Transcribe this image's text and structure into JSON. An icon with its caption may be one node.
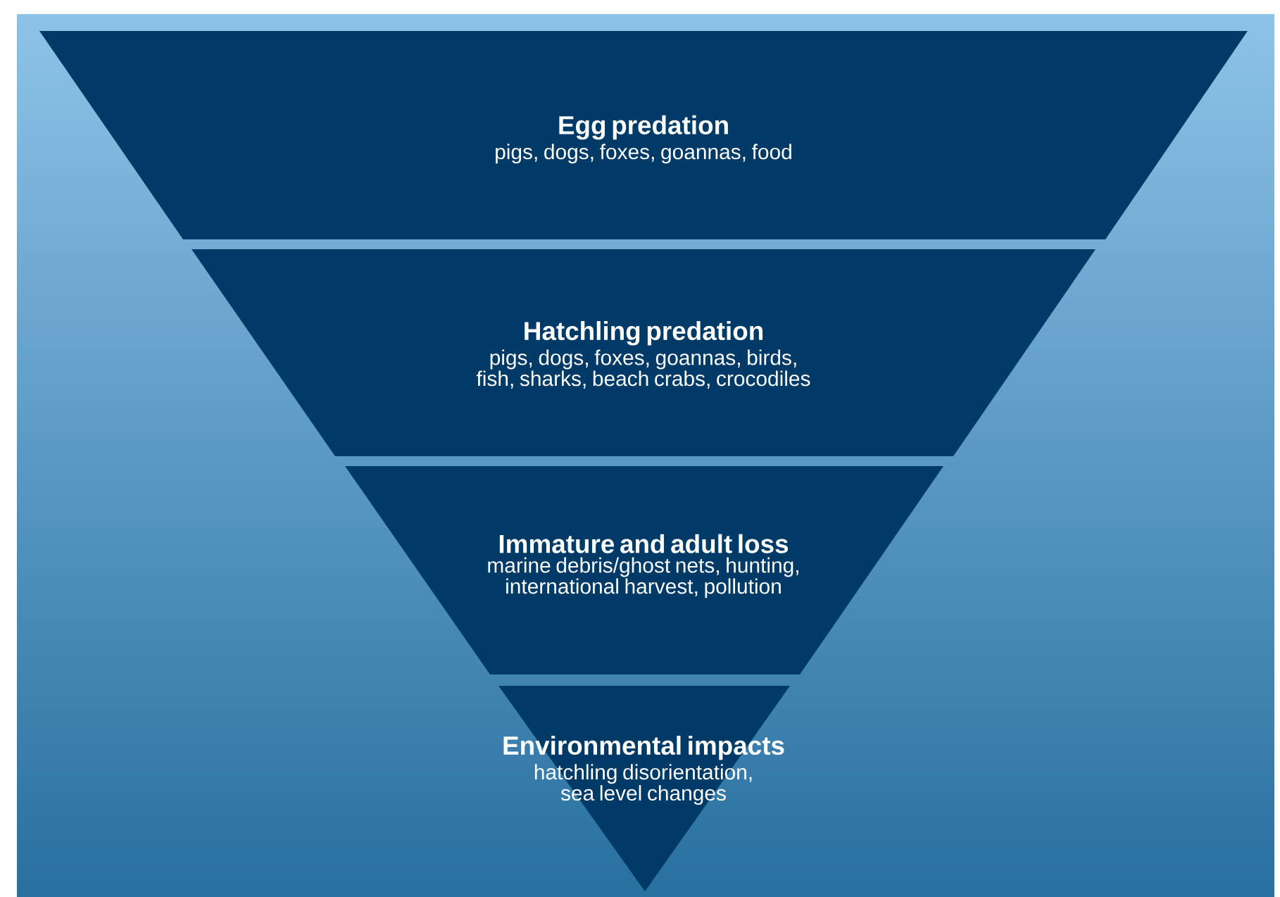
{
  "diagram": {
    "nodes": [
      {
        "text": [
          "Egg predation",
          "pigs, dogs, foxes, goannas, food"
        ]
      },
      {
        "text": [
          "Hatchling predation",
          "pigs, dogs, foxes, goannas, birds, fish, sharks, beach crabs, crocodiles"
        ]
      },
      {
        "text": [
          "Immature and adult loss",
          "marine debris/ghost nets, hunting, international harvest, pollution"
        ]
      },
      {
        "text": [
          "Environmental impacts",
          "hatchling disorientation, sea level changes"
        ]
      }
    ]
  }
}
